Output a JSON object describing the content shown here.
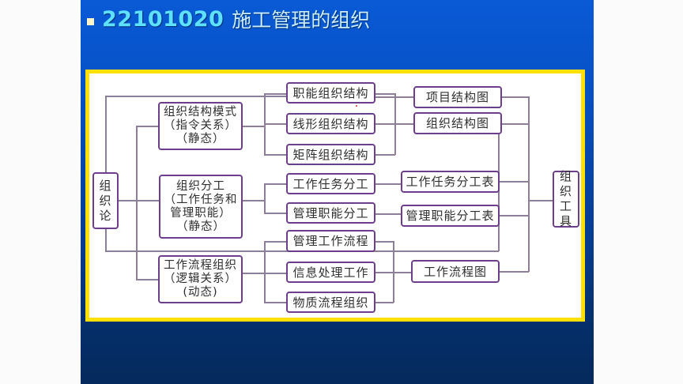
{
  "slide": {
    "title_number": "22101020",
    "title_text": "施工管理的组织",
    "colors": {
      "background_top": "#0a5ad6",
      "background_bottom": "#052a5c",
      "title_number": "#5ee0ff",
      "title_text": "#c9ecff",
      "frame_border": "#ffe000",
      "box_border": "#6d3f8a",
      "connector": "#8d7f97"
    }
  },
  "diagram": {
    "root": {
      "lines": [
        "组",
        "织",
        "论"
      ]
    },
    "categories": [
      {
        "lines": [
          "组织结构模式",
          "（指令关系）",
          "（静态）"
        ]
      },
      {
        "lines": [
          "组织分工",
          "（工作任务和",
          "管理职能）",
          "（静态）"
        ]
      },
      {
        "lines": [
          "工作流程组织",
          "（逻辑关系）",
          "(动态)"
        ]
      }
    ],
    "items": [
      "职能组织结构",
      "线形组织结构",
      "矩阵组织结构",
      "工作任务分工",
      "管理职能分工",
      "管理工作流程",
      "信息处理工作",
      "物质流程组织"
    ],
    "tools": [
      "项目结构图",
      "组织结构图",
      "工作任务分工表",
      "管理职能分工表",
      "工作流程图"
    ],
    "target": {
      "lines": [
        "组",
        "织",
        "工",
        "具"
      ]
    }
  }
}
